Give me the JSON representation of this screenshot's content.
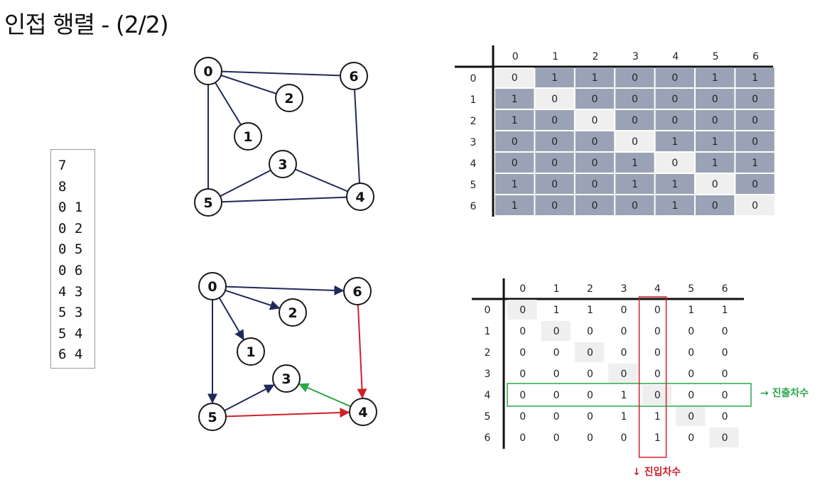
{
  "title": "인접 행렬 - (2/2)",
  "input_lines": [
    "7",
    "8",
    "0 1",
    "0 2",
    "0 5",
    "0 6",
    "4 3",
    "5 3",
    "5 4",
    "6 4"
  ],
  "graph": {
    "nodes": [
      "0",
      "1",
      "2",
      "3",
      "4",
      "5",
      "6"
    ],
    "undirected_edges": [
      [
        0,
        1
      ],
      [
        0,
        2
      ],
      [
        0,
        5
      ],
      [
        0,
        6
      ],
      [
        4,
        3
      ],
      [
        5,
        3
      ],
      [
        5,
        4
      ],
      [
        6,
        4
      ]
    ],
    "directed_edges": [
      {
        "from": 0,
        "to": 1,
        "color": "#1f2a5c"
      },
      {
        "from": 0,
        "to": 2,
        "color": "#1f2a5c"
      },
      {
        "from": 0,
        "to": 5,
        "color": "#1f2a5c"
      },
      {
        "from": 0,
        "to": 6,
        "color": "#1f2a5c"
      },
      {
        "from": 4,
        "to": 3,
        "color": "#2aa84a"
      },
      {
        "from": 5,
        "to": 3,
        "color": "#1f2a5c"
      },
      {
        "from": 5,
        "to": 4,
        "color": "#d0202a"
      },
      {
        "from": 6,
        "to": 4,
        "color": "#d0202a"
      }
    ]
  },
  "matrix_headers": [
    "0",
    "1",
    "2",
    "3",
    "4",
    "5",
    "6"
  ],
  "undirected_matrix": [
    [
      0,
      1,
      1,
      0,
      0,
      1,
      1
    ],
    [
      1,
      0,
      0,
      0,
      0,
      0,
      0
    ],
    [
      1,
      0,
      0,
      0,
      0,
      0,
      0
    ],
    [
      0,
      0,
      0,
      0,
      1,
      1,
      0
    ],
    [
      0,
      0,
      0,
      1,
      0,
      1,
      1
    ],
    [
      1,
      0,
      0,
      1,
      1,
      0,
      0
    ],
    [
      1,
      0,
      0,
      0,
      1,
      0,
      0
    ]
  ],
  "directed_matrix": [
    [
      0,
      1,
      1,
      0,
      0,
      1,
      1
    ],
    [
      0,
      0,
      0,
      0,
      0,
      0,
      0
    ],
    [
      0,
      0,
      0,
      0,
      0,
      0,
      0
    ],
    [
      0,
      0,
      0,
      0,
      0,
      0,
      0
    ],
    [
      0,
      0,
      0,
      1,
      0,
      0,
      0
    ],
    [
      0,
      0,
      0,
      1,
      1,
      0,
      0
    ],
    [
      0,
      0,
      0,
      0,
      1,
      0,
      0
    ]
  ],
  "labels": {
    "out_degree": "→ 진출차수",
    "in_degree": "↓ 진입차수"
  },
  "colors": {
    "cell_fill": "#9aa3b5",
    "diag_fill": "#efefef",
    "edge_dark": "#1f2a5c",
    "edge_red": "#d0202a",
    "edge_green": "#2aa84a",
    "out_degree_box": "#2aa84a",
    "in_degree_box": "#d0202a"
  }
}
